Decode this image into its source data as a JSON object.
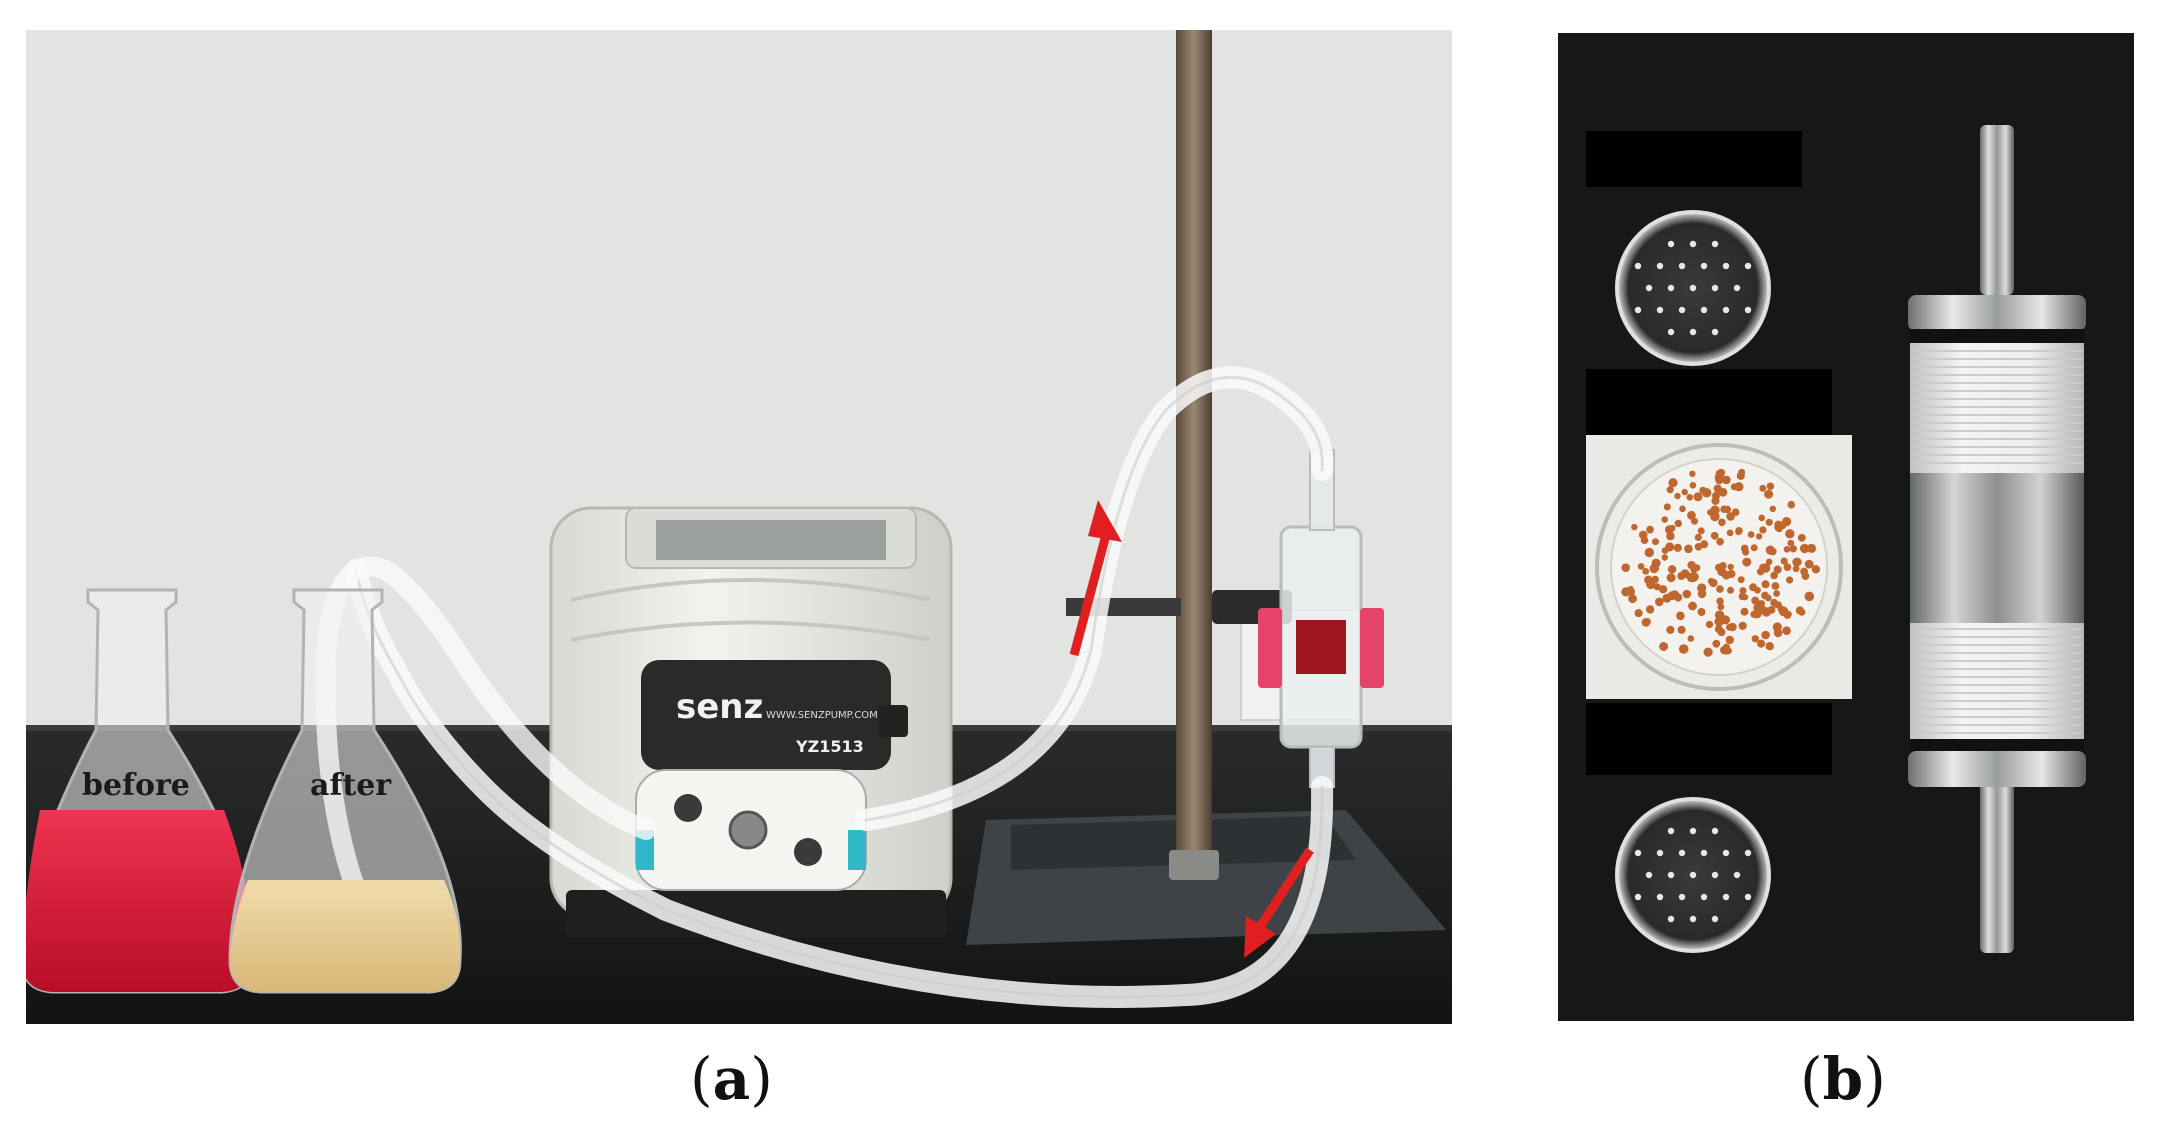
{
  "panel_a": {
    "flask_left_label": "before",
    "flask_right_label": "after",
    "pump_brand": "senz",
    "pump_model": "YZ1513",
    "pump_url": "WWW.SENZPUMP.COM",
    "liquid_before_color": "#d41633",
    "liquid_after_color": "#e7c990",
    "flow_arrow_color": "#e02020"
  },
  "panel_b": {
    "background_color": "#171717",
    "bead_color": "#c0672f"
  },
  "captions": {
    "a_open": "(",
    "a_letter": "a",
    "a_close": ")",
    "b_open": "(",
    "b_letter": "b",
    "b_close": ")"
  }
}
